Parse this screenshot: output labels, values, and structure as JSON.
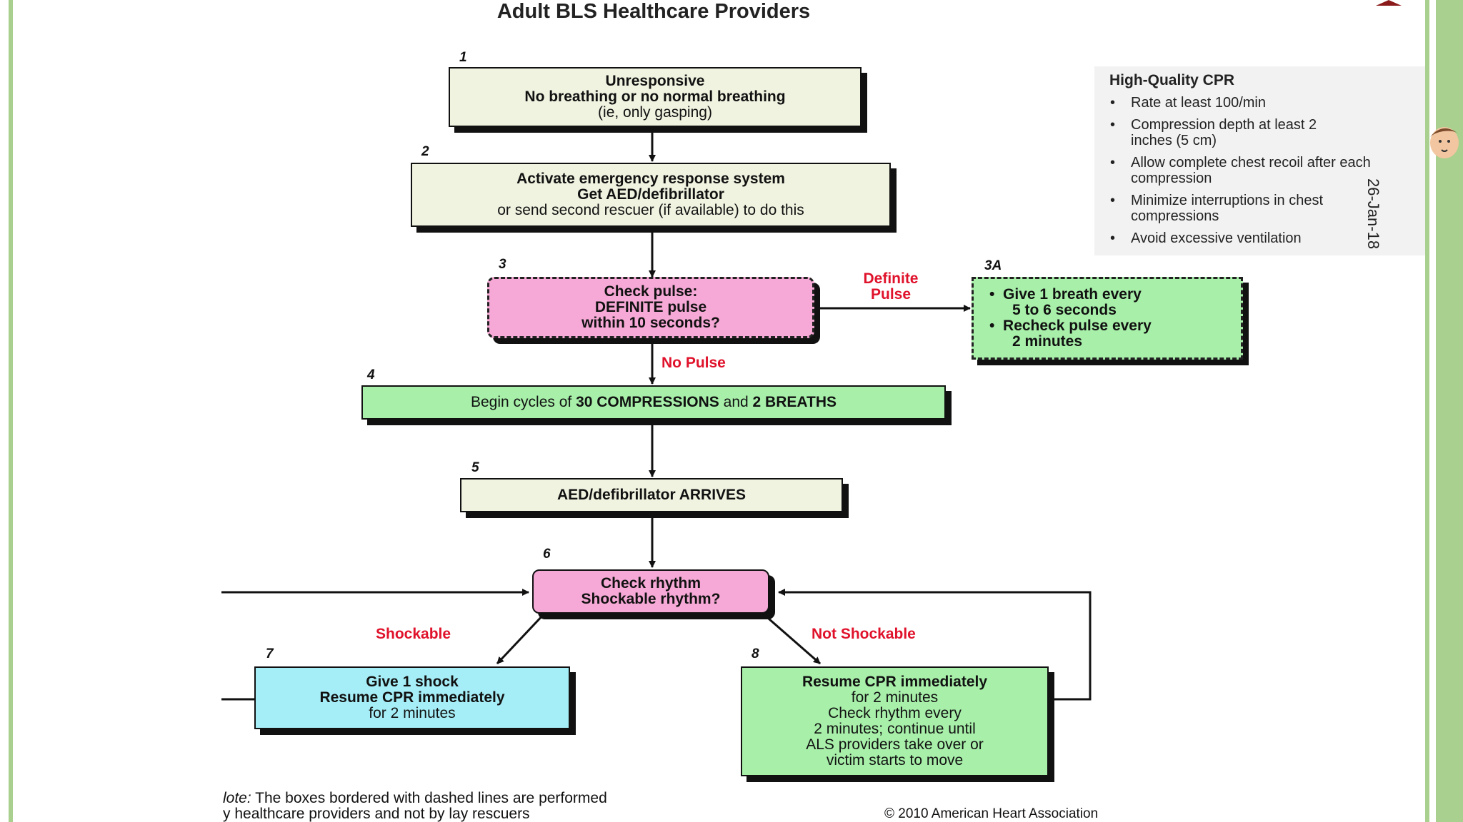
{
  "title": "Adult BLS Healthcare Providers",
  "date_label": "26-Jan-18",
  "steps": {
    "s1": {
      "num": "1",
      "line1": "Unresponsive",
      "line2": "No breathing or no normal breathing",
      "line3": "(ie, only gasping)"
    },
    "s2": {
      "num": "2",
      "line1": "Activate emergency response system",
      "line2": "Get AED/defibrillator",
      "line3": "or send second rescuer (if available) to do this"
    },
    "s3": {
      "num": "3",
      "line1": "Check pulse:",
      "line2": "DEFINITE pulse",
      "line3": "within 10 seconds?"
    },
    "s3a": {
      "num": "3A",
      "item1a": "Give 1 breath every",
      "item1b": "5 to 6 seconds",
      "item2a": "Recheck pulse every",
      "item2b": "2 minutes"
    },
    "s4": {
      "num": "4",
      "pre": "Begin cycles of ",
      "bold1": "30 COMPRESSIONS",
      "mid": " and ",
      "bold2": "2 BREATHS"
    },
    "s5": {
      "num": "5",
      "text": "AED/defibrillator ARRIVES"
    },
    "s6": {
      "num": "6",
      "line1": "Check rhythm",
      "line2": "Shockable rhythm?"
    },
    "s7": {
      "num": "7",
      "line1": "Give 1 shock",
      "line2": "Resume CPR immediately",
      "line3": "for 2 minutes"
    },
    "s8": {
      "num": "8",
      "line1": "Resume CPR immediately",
      "line2": "for 2 minutes",
      "line3": "Check rhythm every",
      "line4": "2 minutes; continue until",
      "line5": "ALS providers take over or",
      "line6": "victim starts to move"
    }
  },
  "labels": {
    "definite_pulse_1": "Definite",
    "definite_pulse_2": "Pulse",
    "no_pulse": "No Pulse",
    "shockable": "Shockable",
    "not_shockable": "Not Shockable"
  },
  "cpr": {
    "title": "High-Quality CPR",
    "items": [
      "Rate at least 100/min",
      "Compression depth at least 2 inches (5 cm)",
      "Allow complete chest recoil after each compression",
      "Minimize interruptions in chest compressions",
      "Avoid excessive ventilation"
    ]
  },
  "note": {
    "italic": "lote:",
    "line1": " The boxes bordered with dashed lines are performed",
    "line2": "y healthcare providers and not by lay rescuers"
  },
  "copyright": "© 2010 American Heart Association",
  "colors": {
    "green_stripe": "#a9d08e",
    "pink_box": "#f6a9d6",
    "green_box": "#a8f0aa",
    "cyan_box": "#a6eef7",
    "red_label": "#e0122b"
  }
}
